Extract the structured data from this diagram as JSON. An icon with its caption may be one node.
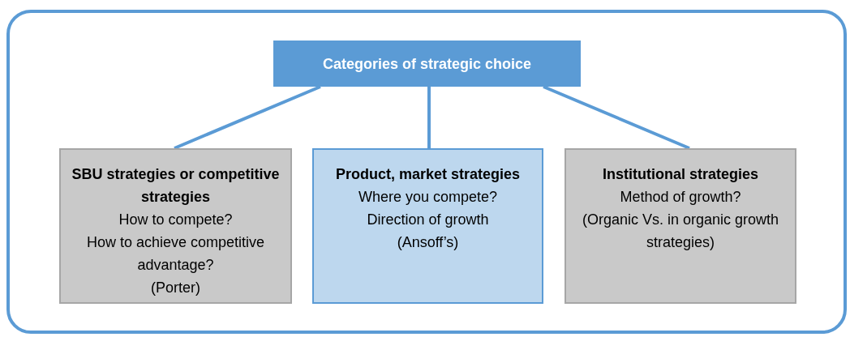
{
  "diagram": {
    "nodes": [
      {
        "text": [
          "Categories of strategic choice"
        ]
      },
      {
        "text": [
          "SBU strategies or competitive strategies",
          "How to compete?",
          "How to achieve competitive advantage?",
          "(Porter)"
        ]
      },
      {
        "text": [
          "Product, market strategies",
          "Where you compete?",
          "Direction of growth",
          "(Ansoff’s)"
        ]
      },
      {
        "text": [
          "Institutional strategies",
          "Method of growth?",
          "(Organic Vs. in organic growth strategies)"
        ]
      }
    ],
    "edges": [
      {
        "from": 0,
        "to": 1,
        "arrow": "none"
      },
      {
        "from": 0,
        "to": 2,
        "arrow": "none"
      },
      {
        "from": 0,
        "to": 3,
        "arrow": "none"
      }
    ]
  }
}
